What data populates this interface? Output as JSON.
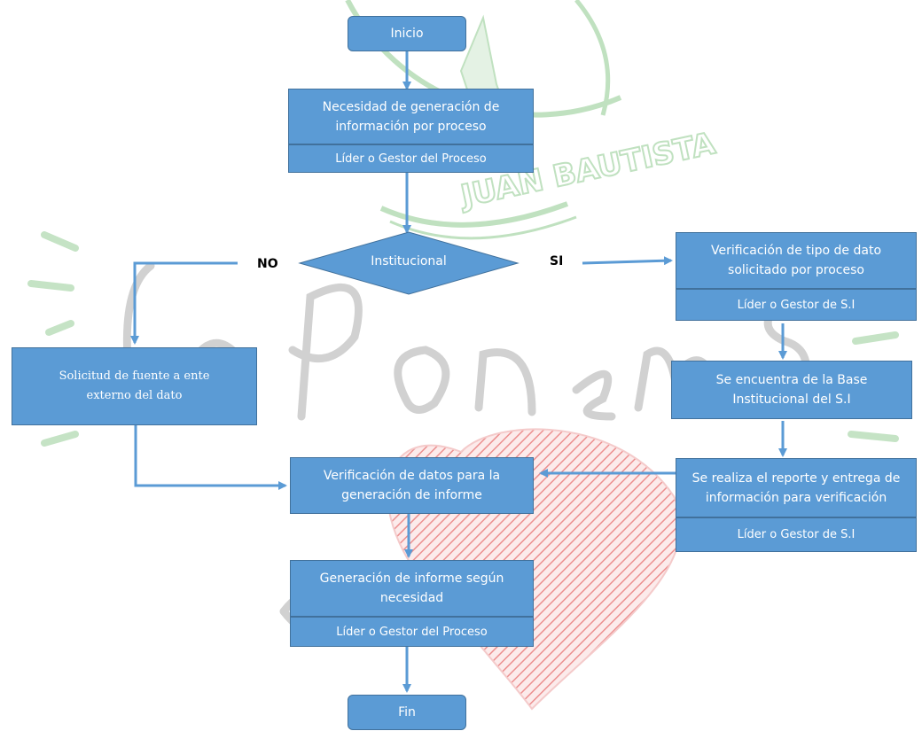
{
  "colors": {
    "box_fill": "#5b9bd5",
    "box_border": "#41719c",
    "arrow": "#5b9bd5",
    "watermark_green": "#8dc98d",
    "watermark_grey": "#9a9a9a",
    "watermark_red": "#e46060"
  },
  "nodes": {
    "inicio": "Inicio",
    "necesidad": {
      "title": "Necesidad de generación de información por proceso",
      "role": "Líder o Gestor del Proceso"
    },
    "decision": "Institucional",
    "verif_tipo": {
      "title": "Verificación de tipo de dato solicitado por proceso",
      "role": "Líder o Gestor de S.I"
    },
    "base": "Se encuentra de la Base Institucional del S.I",
    "solicitud": "Solicitud de fuente a ente externo del dato",
    "reporte": {
      "title": "Se realiza el reporte y entrega de información para verificación",
      "role": "Líder o Gestor de S.I"
    },
    "verif_datos": "Verificación de datos para la generación de informe",
    "generacion": {
      "title": "Generación de informe según necesidad",
      "role": "Líder o Gestor del Proceso"
    },
    "fin": "Fin"
  },
  "edges": {
    "no": "NO",
    "si": "SI"
  },
  "watermark": {
    "seal_text": "JUAN BAUTISTA",
    "script_text": "Ponemos"
  }
}
